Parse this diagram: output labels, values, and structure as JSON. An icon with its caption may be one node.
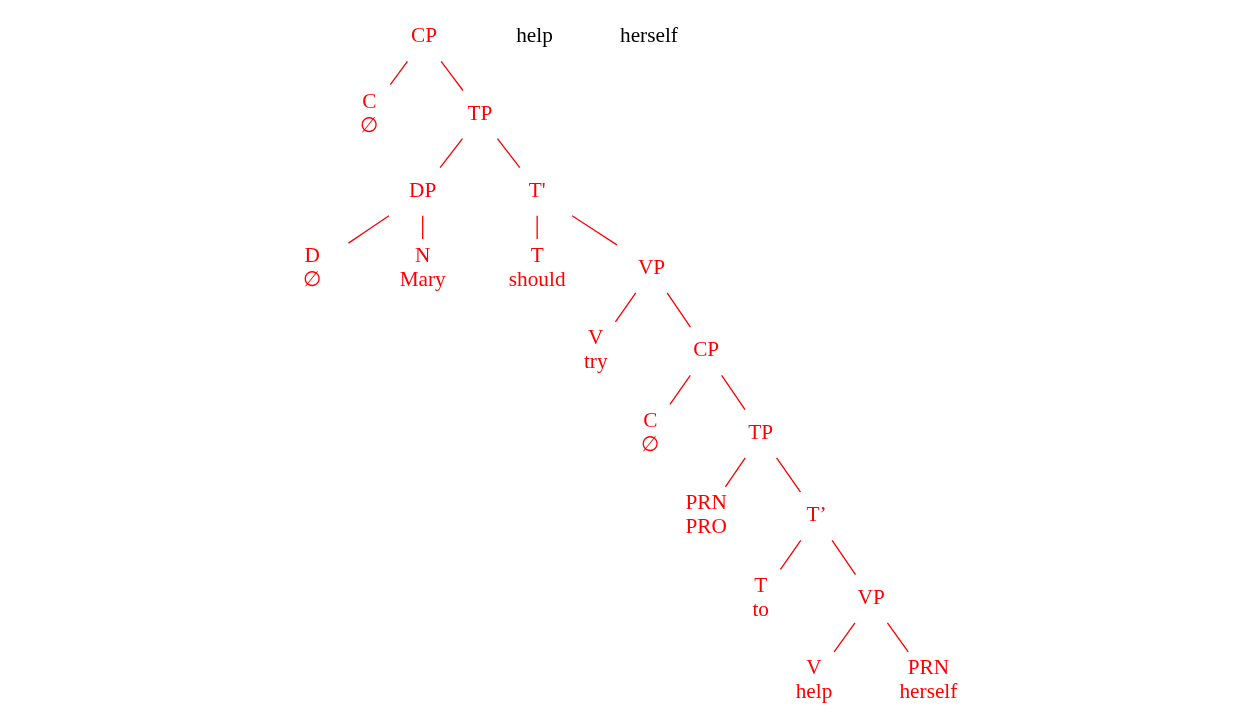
{
  "diagram": {
    "nodes": [
      {
        "text": [
          "CP"
        ]
      },
      {
        "text": [
          "C",
          "∅"
        ]
      },
      {
        "text": [
          "TP"
        ]
      },
      {
        "text": [
          "DP"
        ]
      },
      {
        "text": [
          "D",
          "∅"
        ]
      },
      {
        "text": [
          "N",
          "Mary"
        ]
      },
      {
        "text": [
          "T'"
        ]
      },
      {
        "text": [
          "T",
          "should"
        ]
      },
      {
        "text": [
          "VP"
        ]
      },
      {
        "text": [
          "V",
          "try"
        ]
      },
      {
        "text": [
          "CP"
        ]
      },
      {
        "text": [
          "C",
          "∅"
        ]
      },
      {
        "text": [
          "TP"
        ]
      },
      {
        "text": [
          "PRN",
          "PRO"
        ]
      },
      {
        "text": [
          "T’"
        ]
      },
      {
        "text": [
          "T",
          "to"
        ]
      },
      {
        "text": [
          "VP"
        ]
      },
      {
        "text": [
          "V",
          "help"
        ]
      },
      {
        "text": [
          "PRN",
          "herself"
        ]
      }
    ],
    "edges": [
      {
        "from": 0,
        "to": 1,
        "arrow": "none"
      },
      {
        "from": 0,
        "to": 2,
        "arrow": "none"
      },
      {
        "from": 2,
        "to": 3,
        "arrow": "none"
      },
      {
        "from": 2,
        "to": 6,
        "arrow": "none"
      },
      {
        "from": 3,
        "to": 4,
        "arrow": "none"
      },
      {
        "from": 3,
        "to": 5,
        "arrow": "none"
      },
      {
        "from": 6,
        "to": 7,
        "arrow": "none"
      },
      {
        "from": 6,
        "to": 8,
        "arrow": "none"
      },
      {
        "from": 8,
        "to": 9,
        "arrow": "none"
      },
      {
        "from": 8,
        "to": 10,
        "arrow": "none"
      },
      {
        "from": 10,
        "to": 11,
        "arrow": "none"
      },
      {
        "from": 10,
        "to": 12,
        "arrow": "none"
      },
      {
        "from": 12,
        "to": 13,
        "arrow": "none"
      },
      {
        "from": 12,
        "to": 14,
        "arrow": "none"
      },
      {
        "from": 14,
        "to": 15,
        "arrow": "none"
      },
      {
        "from": 14,
        "to": 16,
        "arrow": "none"
      },
      {
        "from": 16,
        "to": 17,
        "arrow": "none"
      },
      {
        "from": 16,
        "to": 18,
        "arrow": "none"
      }
    ],
    "labels": [
      "help",
      "herself"
    ]
  }
}
